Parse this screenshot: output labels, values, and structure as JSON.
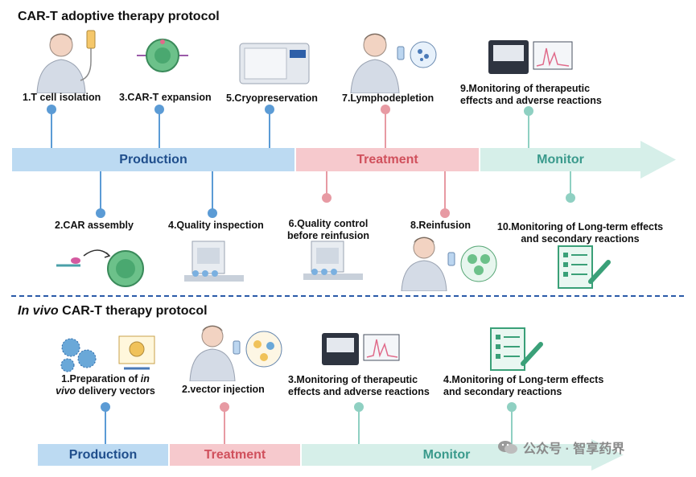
{
  "section1": {
    "title": "CAR-T adoptive therapy protocol",
    "phases": {
      "production": "Production",
      "treatment": "Treatment",
      "monitor": "Monitor"
    },
    "top_steps": [
      "1.T cell isolation",
      "3.CAR-T expansion",
      "5.Cryopreservation",
      "7.Lymphodepletion",
      "9.Monitoring of therapeutic effects and adverse reactions"
    ],
    "bottom_steps": [
      "2.CAR assembly",
      "4.Quality inspection",
      "6.Quality control before reinfusion",
      "8.Reinfusion",
      "10.Monitoring of Long-term effects and secondary reactions"
    ]
  },
  "section2": {
    "title_italic": "In vivo",
    "title_rest": " CAR-T therapy protocol",
    "phases": {
      "production": "Production",
      "treatment": "Treatment",
      "monitor": "Monitor"
    },
    "step1_a": "1.Preparation of ",
    "step1_italic1": "in",
    "step1_italic2": "vivo",
    "step1_b": " delivery vectors",
    "steps": [
      "2.vector injection",
      "3.Monitoring of therapeutic effects and adverse reactions",
      "4.Monitoring of Long-term effects and secondary reactions"
    ]
  },
  "watermark": "公众号 · 智享药界",
  "colors": {
    "production_bar": "#bcdaf2",
    "production_text": "#1f4e8c",
    "treatment_bar": "#f6c9cd",
    "treatment_text": "#d0505c",
    "monitor_bar": "#d6efe9",
    "monitor_text": "#3a9a8c",
    "divider": "#2a5aa8"
  }
}
